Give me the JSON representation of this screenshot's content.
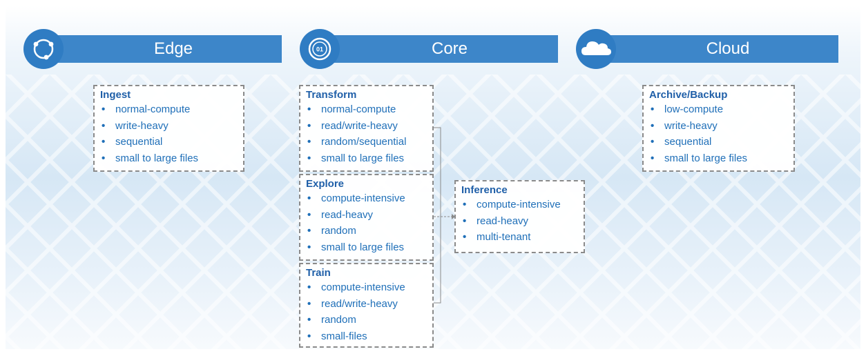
{
  "columns": {
    "edge": {
      "title": "Edge",
      "icon": "orbit-icon"
    },
    "core": {
      "title": "Core",
      "icon": "chip-icon",
      "badge": "01"
    },
    "cloud": {
      "title": "Cloud",
      "icon": "cloud-icon"
    }
  },
  "boxes": {
    "ingest": {
      "title": "Ingest",
      "items": [
        "normal-compute",
        "write-heavy",
        "sequential",
        "small to large files"
      ]
    },
    "transform": {
      "title": "Transform",
      "items": [
        "normal-compute",
        "read/write-heavy",
        "random/sequential",
        "small to large files"
      ]
    },
    "explore": {
      "title": "Explore",
      "items": [
        "compute-intensive",
        "read-heavy",
        "random",
        "small to large files"
      ]
    },
    "train": {
      "title": "Train",
      "items": [
        "compute-intensive",
        "read/write-heavy",
        "random",
        "small-files"
      ]
    },
    "inference": {
      "title": "Inference",
      "items": [
        "compute-intensive",
        "read-heavy",
        "multi-tenant"
      ]
    },
    "archive": {
      "title": "Archive/Backup",
      "items": [
        "low-compute",
        "write-heavy",
        "sequential",
        "small to large files"
      ]
    }
  },
  "bullet": "•",
  "colors": {
    "banner": "#3d86c9",
    "circle": "#2f7cc3",
    "text": "#1f6fb8",
    "title": "#1f5fa8",
    "border": "#8a8a8a"
  }
}
